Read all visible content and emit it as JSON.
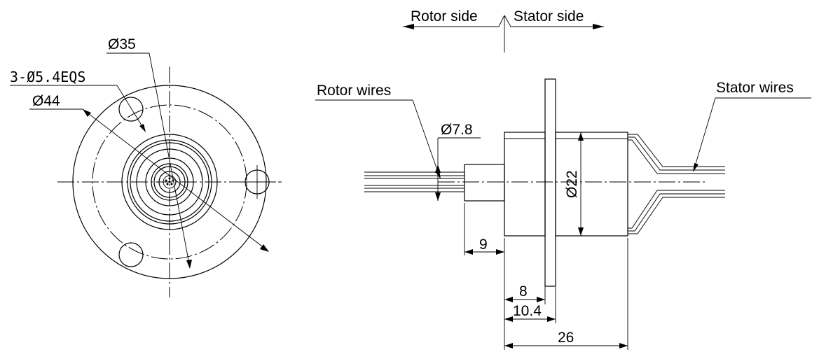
{
  "header": {
    "rotor_side": "Rotor side",
    "stator_side": "Stator side"
  },
  "front_view": {
    "dia_35": "Ø35",
    "holes": "3-Ø5.4EQS",
    "dia_44": "Ø44"
  },
  "side_view": {
    "rotor_wires": "Rotor wires",
    "stator_wires": "Stator wires",
    "dia_7_8": "Ø7.8",
    "dia_22": "Ø22",
    "dim_9": "9",
    "dim_8": "8",
    "dim_10_4": "10.4",
    "dim_26": "26"
  }
}
